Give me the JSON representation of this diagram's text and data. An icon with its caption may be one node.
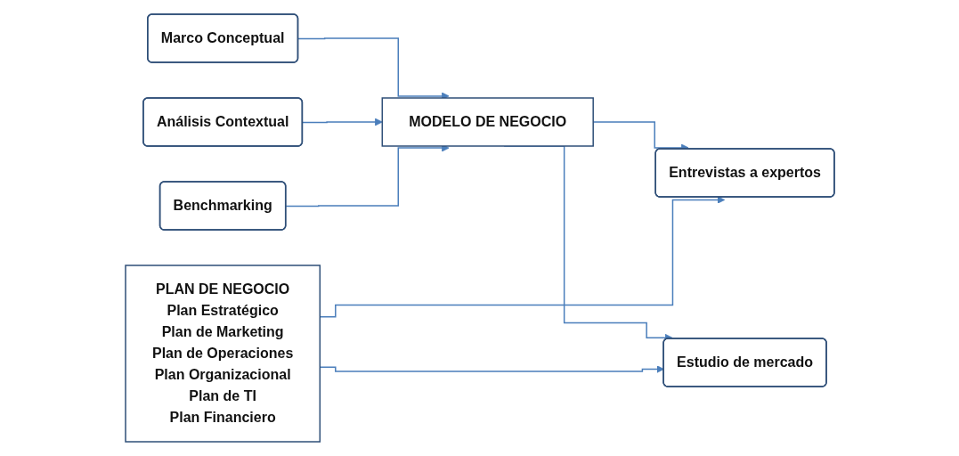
{
  "diagram": {
    "nodes": [
      {
        "text": [
          "Marco Conceptual"
        ]
      },
      {
        "text": [
          "Análisis Contextual"
        ]
      },
      {
        "text": [
          "Benchmarking"
        ]
      },
      {
        "text": [
          "MODELO DE NEGOCIO"
        ]
      },
      {
        "text": [
          "Entrevistas a expertos"
        ]
      },
      {
        "text": [
          "Estudio de mercado"
        ]
      },
      {
        "text": [
          "PLAN DE NEGOCIO",
          "Plan Estratégico",
          "Plan de Marketing",
          "Plan de Operaciones",
          "Plan Organizacional",
          "Plan de TI",
          "Plan Financiero"
        ]
      }
    ],
    "edges": [
      {
        "from": 0,
        "to": 3,
        "arrow": "to"
      },
      {
        "from": 1,
        "to": 3,
        "arrow": "to"
      },
      {
        "from": 2,
        "to": 3,
        "arrow": "to"
      },
      {
        "from": 3,
        "to": 4,
        "arrow": "to"
      },
      {
        "from": 3,
        "to": 5,
        "arrow": "to"
      },
      {
        "from": 6,
        "to": 4,
        "arrow": "to"
      },
      {
        "from": 6,
        "to": 5,
        "arrow": "to"
      }
    ]
  }
}
